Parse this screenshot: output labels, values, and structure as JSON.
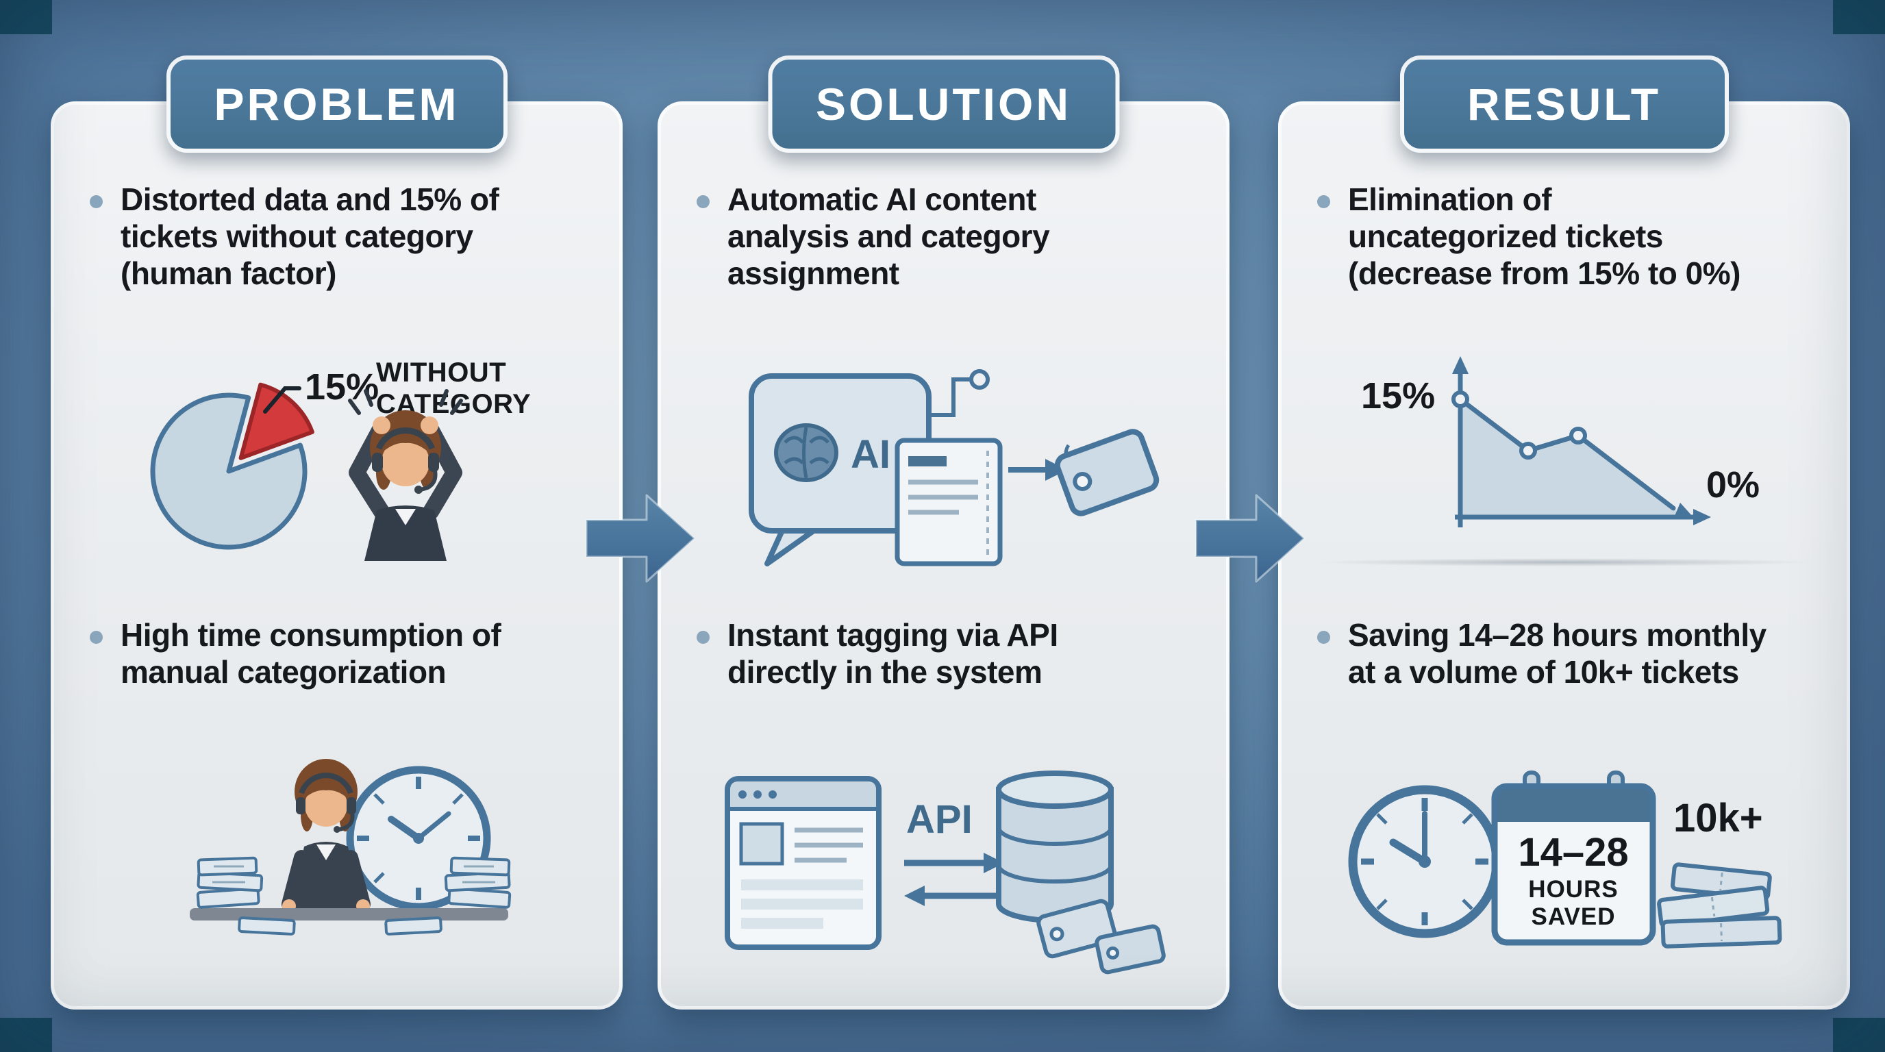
{
  "palette": {
    "accent": "#47749a",
    "card_bg": "#edeff1",
    "header_bg": "#4a7aa2",
    "alert_red": "#d23a3c",
    "text_dark": "#15181c"
  },
  "problem": {
    "title": "PROBLEM",
    "bullet1": "Distorted data and 15% of\ntickets without category\n(human factor)",
    "bullet2": "High time consumption of\nmanual categorization",
    "fig1": {
      "percent": "15%",
      "caption1": "WITHOUT",
      "caption2": "CATEGORY"
    }
  },
  "solution": {
    "title": "SOLUTION",
    "bullet1": "Automatic AI content\nanalysis and category\nassignment",
    "bullet2": "Instant tagging via API\ndirectly in the system",
    "ai": "AI",
    "api": "API"
  },
  "result": {
    "title": "RESULT",
    "bullet1": "Elimination of\nuncategorized tickets\n(decrease from 15% to 0%)",
    "bullet2": "Saving 14–28 hours monthly\nat a volume of 10k+ tickets",
    "chart": {
      "start": "15%",
      "end": "0%",
      "points_percent": [
        15,
        9,
        11,
        0
      ]
    },
    "savings": {
      "range": "14–28",
      "hours": "HOURS",
      "saved": "SAVED",
      "volume": "10k+"
    }
  }
}
